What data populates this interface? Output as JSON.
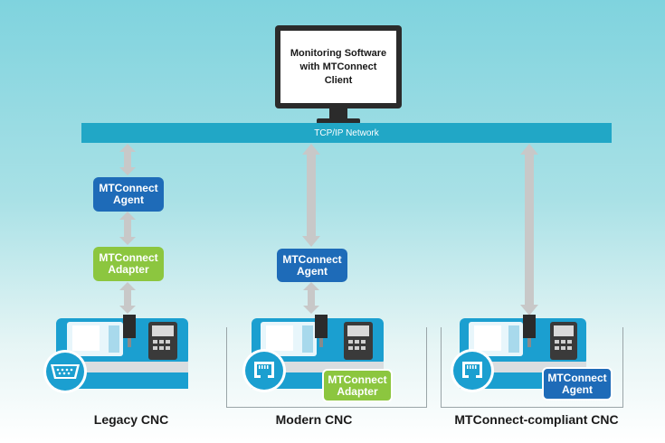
{
  "monitor": {
    "label": "Monitoring Software\nwith MTConnect\nClient"
  },
  "network": {
    "label": "TCP/IP Network"
  },
  "legacy": {
    "agent": "MTConnect\nAgent",
    "adapter": "MTConnect\nAdapter",
    "caption": "Legacy CNC",
    "port_icon": "serial-port-icon"
  },
  "modern": {
    "agent": "MTConnect\nAgent",
    "adapter": "MTConnect\nAdapter",
    "caption": "Modern CNC",
    "port_icon": "ethernet-port-icon"
  },
  "compliant": {
    "agent": "MTConnect\nAgent",
    "caption": "MTConnect-compliant CNC",
    "port_icon": "ethernet-port-icon"
  },
  "colors": {
    "network": "#21a7c6",
    "agent": "#1e6bb8",
    "adapter": "#8cc63f",
    "arrow": "#c8c8c8",
    "machine": "#1b9fd0"
  }
}
